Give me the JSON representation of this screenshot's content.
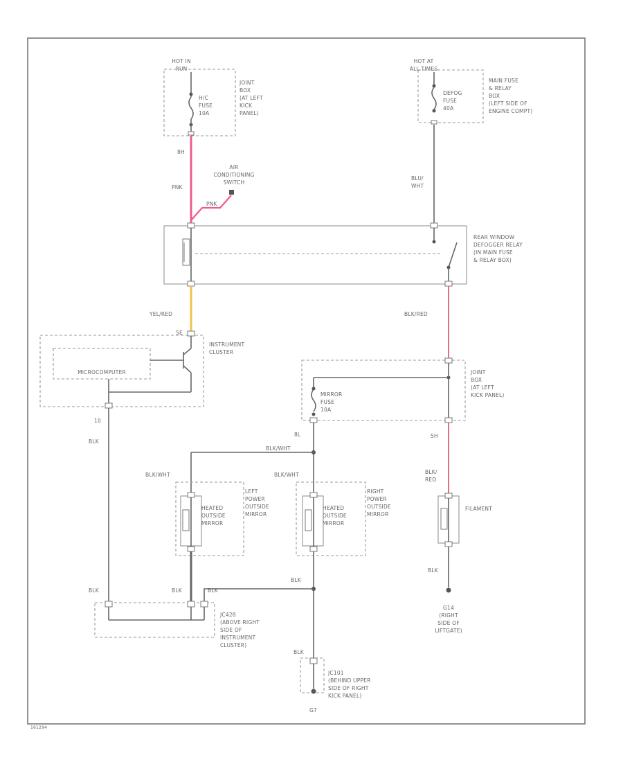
{
  "colors": {
    "pink_wire": "#f05a8c",
    "yellow_wire": "#f2c14e",
    "red_wire": "#e06070"
  },
  "labels": {
    "hot_in_run": [
      "HOT IN",
      "RUN"
    ],
    "joint_box_1": [
      "JOINT",
      "BOX",
      "(AT LEFT",
      "KICK",
      "PANEL)"
    ],
    "hvac_fuse": [
      "H/C",
      "FUSE",
      "10A"
    ],
    "hot_at_all_times": [
      "HOT AT",
      "ALL TIMES"
    ],
    "main_fuse_box": [
      "MAIN FUSE",
      "& RELAY",
      "BOX",
      "(LEFT SIDE OF",
      "ENGINE COMPT)"
    ],
    "defog_fuse": [
      "DEFOG",
      "FUSE",
      "40A"
    ],
    "wire_8h": "8H",
    "wire_pnk": "PNK",
    "ac_switch": [
      "AIR",
      "CONDITIONING",
      "SWITCH"
    ],
    "wire_pnk2": "PNK",
    "wire_blu_wht": [
      "BLU/",
      "WHT"
    ],
    "relay": [
      "REAR WINDOW",
      "DEFOGGER RELAY",
      "(IN MAIN FUSE",
      "& RELAY BOX)"
    ],
    "wire_yel_red": "YEL/RED",
    "wire_blk_red": "BLK/RED",
    "instrument_cluster": [
      "INSTRUMENT",
      "CLUSTER"
    ],
    "microcomputer": "MICROCOMPUTER",
    "pin_5e": "5E",
    "joint_box_2": [
      "JOINT",
      "BOX",
      "(AT LEFT",
      "KICK PANEL)"
    ],
    "mirror_fuse": [
      "MIRROR",
      "FUSE",
      "10A"
    ],
    "pin_10": "10",
    "wire_blk_left": "BLK",
    "pin_8l": "8L",
    "pin_5h": "5H",
    "wire_blk_wht_top": "BLK/WHT",
    "wire_blk_wht_left": "BLK/WHT",
    "wire_blk_wht_mid": "BLK/WHT",
    "wire_blk_red_2": [
      "BLK/",
      "RED"
    ],
    "heated_mirror_left": [
      "HEATED",
      "OUTSIDE",
      "MIRROR"
    ],
    "left_power_mirror": [
      "LEFT",
      "POWER",
      "OUTSIDE",
      "MIRROR"
    ],
    "heated_mirror_right": [
      "HEATED",
      "OUTSIDE",
      "MIRROR"
    ],
    "right_power_mirror": [
      "RIGHT",
      "POWER",
      "OUTSIDE",
      "MIRROR"
    ],
    "filament": "FILAMENT",
    "wire_blk_rear": "BLK",
    "ground_rear": [
      "G14",
      "(RIGHT",
      "SIDE OF",
      "LIFTGATE)"
    ],
    "wire_blk_j1": "BLK",
    "wire_blk_j2": "BLK",
    "wire_blk_j3": "BLK",
    "wire_blk_mid": "BLK",
    "jc_left": [
      "JC428",
      "(ABOVE RIGHT",
      "SIDE OF",
      "INSTRUMENT",
      "CLUSTER)"
    ],
    "wire_blk_bottom": "BLK",
    "jc_right": [
      "JC101",
      "(BEHIND UPPER",
      "SIDE OF RIGHT",
      "KICK PANEL)"
    ],
    "ground_g7": "G7",
    "figure_id": "161294"
  }
}
